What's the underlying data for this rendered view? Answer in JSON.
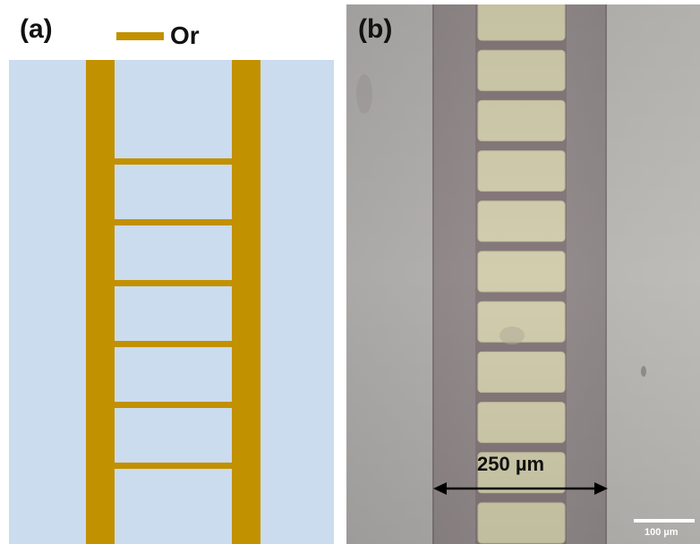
{
  "panel_a": {
    "label": "(a)",
    "legend_label": "Or",
    "background_color": "#cadcee",
    "gold_color": "#c29100",
    "rung_count": 6
  },
  "panel_b": {
    "label": "(b)",
    "dimension_label": "250 µm",
    "scale_bar_label": "100 µm",
    "rung_count": 11
  }
}
